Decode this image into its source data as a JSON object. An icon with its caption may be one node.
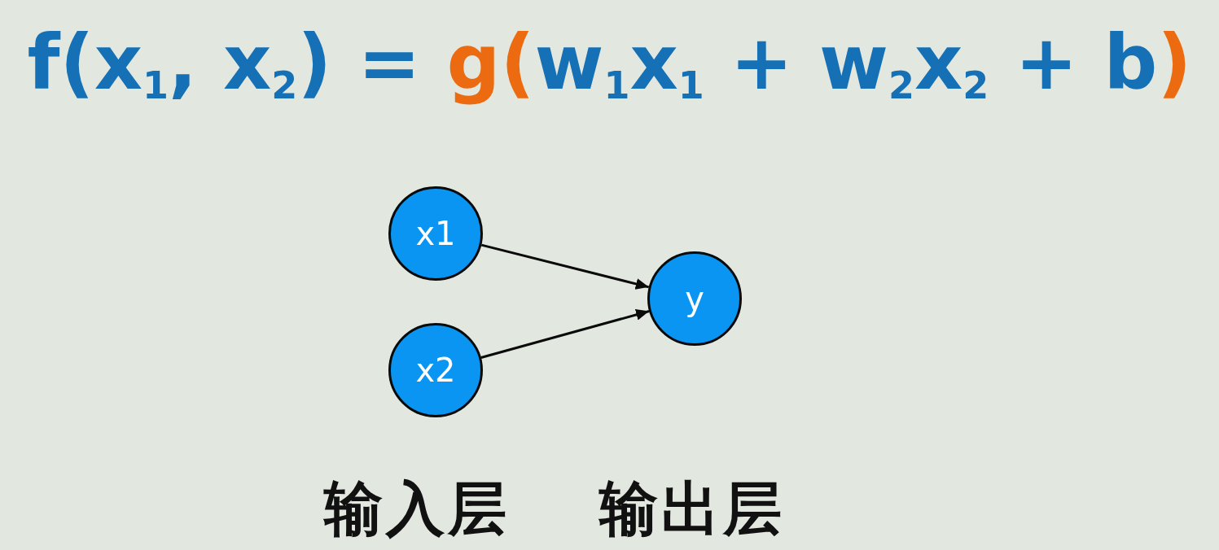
{
  "diagram": {
    "title": "f(x$_{1}$, x$_{2}$) = **g(**w$_{1}$x$_{1}$ + w$_{2}$x$_{2}$ + b**)**",
    "nodes": [
      {
        "text": [
          "x1"
        ]
      },
      {
        "text": [
          "x2"
        ]
      },
      {
        "text": [
          "y"
        ]
      }
    ],
    "edges": [
      {
        "from": 0,
        "to": 2,
        "arrow": "to"
      },
      {
        "from": 1,
        "to": 2,
        "arrow": "to"
      }
    ],
    "labels": [
      "输入层",
      "输出层"
    ]
  }
}
